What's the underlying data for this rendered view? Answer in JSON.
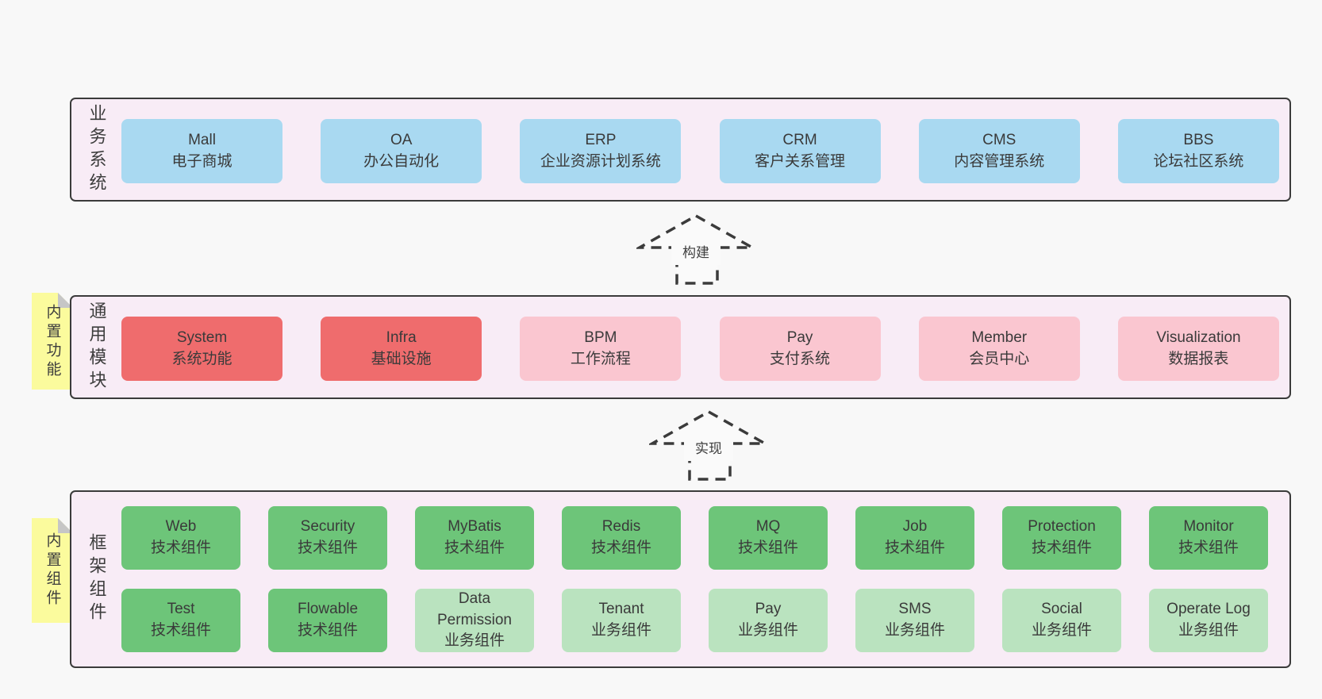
{
  "colors": {
    "page_bg": "#f8f8f8",
    "section_bg": "#f8ecf6",
    "section_border": "#3b3b3b",
    "box_blue": "#a9d9f1",
    "box_red": "#ef6c6d",
    "box_pink": "#fac6d0",
    "box_green": "#6dc579",
    "box_green_light": "#bae3bf",
    "tag_yellow": "#fbfb9d",
    "tag_fold_gray": "#c6c6c6",
    "text": "#3a3a3a"
  },
  "arrows": [
    {
      "label": "构建"
    },
    {
      "label": "实现"
    }
  ],
  "sections": {
    "business": {
      "label": "业务系统",
      "items": [
        {
          "name": "Mall",
          "desc": "电子商城"
        },
        {
          "name": "OA",
          "desc": "办公自动化"
        },
        {
          "name": "ERP",
          "desc": "企业资源计划系统"
        },
        {
          "name": "CRM",
          "desc": "客户关系管理"
        },
        {
          "name": "CMS",
          "desc": "内容管理系统"
        },
        {
          "name": "BBS",
          "desc": "论坛社区系统"
        }
      ]
    },
    "modules": {
      "label": "通用模块",
      "tag": "内置功能",
      "items": [
        {
          "name": "System",
          "desc": "系统功能"
        },
        {
          "name": "Infra",
          "desc": "基础设施"
        },
        {
          "name": "BPM",
          "desc": "工作流程"
        },
        {
          "name": "Pay",
          "desc": "支付系统"
        },
        {
          "name": "Member",
          "desc": "会员中心"
        },
        {
          "name": "Visualization",
          "desc": "数据报表"
        }
      ]
    },
    "components": {
      "label": "框架组件",
      "tag": "内置组件",
      "rows": [
        [
          {
            "name": "Web",
            "desc": "技术组件"
          },
          {
            "name": "Security",
            "desc": "技术组件"
          },
          {
            "name": "MyBatis",
            "desc": "技术组件"
          },
          {
            "name": "Redis",
            "desc": "技术组件"
          },
          {
            "name": "MQ",
            "desc": "技术组件"
          },
          {
            "name": "Job",
            "desc": "技术组件"
          },
          {
            "name": "Protection",
            "desc": "技术组件"
          },
          {
            "name": "Monitor",
            "desc": "技术组件"
          }
        ],
        [
          {
            "name": "Test",
            "desc": "技术组件"
          },
          {
            "name": "Flowable",
            "desc": "技术组件"
          },
          {
            "name": "Data Permission",
            "desc": "业务组件"
          },
          {
            "name": "Tenant",
            "desc": "业务组件"
          },
          {
            "name": "Pay",
            "desc": "业务组件"
          },
          {
            "name": "SMS",
            "desc": "业务组件"
          },
          {
            "name": "Social",
            "desc": "业务组件"
          },
          {
            "name": "Operate Log",
            "desc": "业务组件"
          }
        ]
      ]
    }
  }
}
